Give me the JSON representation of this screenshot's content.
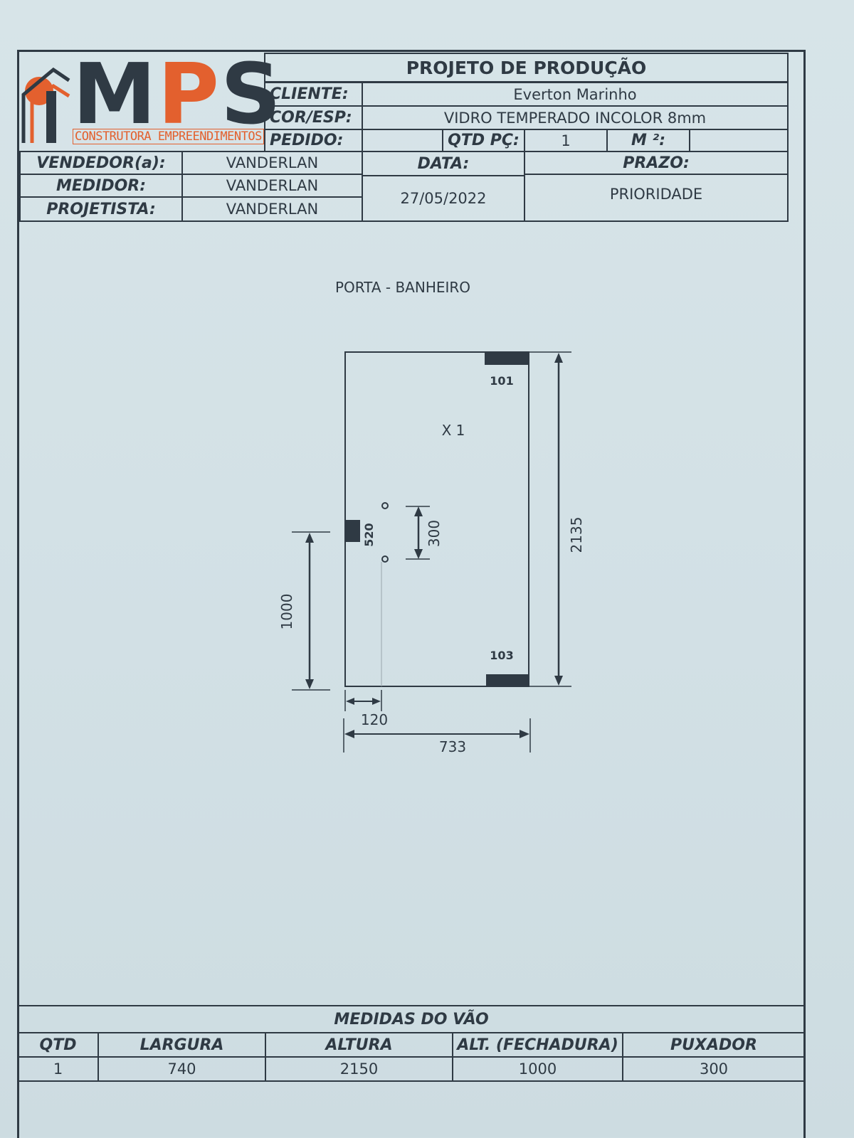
{
  "header": {
    "title": "PROJETO DE PRODUÇÃO",
    "cliente_label": "CLIENTE:",
    "cliente_value": "Everton Marinho",
    "cor_label": "COR/ESP:",
    "cor_value": "VIDRO TEMPERADO INCOLOR 8mm",
    "pedido_label": "PEDIDO:",
    "pedido_value": "",
    "qtd_label": "QTD PÇ:",
    "qtd_value": "1",
    "m2_label": "M ²:",
    "m2_value": ""
  },
  "logo": {
    "letters": "MPS",
    "subtitle": "CONSTRUTORA EMPREENDIMENTOS",
    "colors": {
      "dark": "#2f3a44",
      "orange": "#e3602e"
    }
  },
  "staff": {
    "vendedor_label": "VENDEDOR(a):",
    "vendedor_value": "VANDERLAN",
    "medidor_label": "MEDIDOR:",
    "medidor_value": "VANDERLAN",
    "projetista_label": "PROJETISTA:",
    "projetista_value": "VANDERLAN",
    "data_label": "DATA:",
    "data_value": "27/05/2022",
    "prazo_label": "PRAZO:",
    "prazo_value": "PRIORIDADE"
  },
  "drawing": {
    "title": "PORTA - BANHEIRO",
    "qty_mark": "X  1",
    "hinge_top": "101",
    "hinge_bottom": "103",
    "lock_mark": "520",
    "handle_spacing": "300",
    "height": "2135",
    "lock_height": "1000",
    "handle_offset": "120",
    "width": "733"
  },
  "footer": {
    "title": "MEDIDAS DO VÃO",
    "headers": [
      "QTD",
      "LARGURA",
      "ALTURA",
      "ALT. (FECHADURA)",
      "PUXADOR"
    ],
    "values": [
      "1",
      "740",
      "2150",
      "1000",
      "300"
    ]
  }
}
